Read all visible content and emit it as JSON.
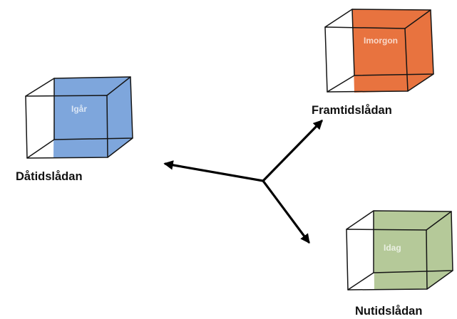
{
  "boxes": {
    "past": {
      "inner_label": "Igår",
      "caption": "Dåtidslådan",
      "color": "#7ea6dc"
    },
    "future": {
      "inner_label": "Imorgon",
      "caption": "Framtidslådan",
      "color": "#e8733f"
    },
    "present": {
      "inner_label": "Idag",
      "caption": "Nutidslådan",
      "color": "#b5c999"
    }
  }
}
